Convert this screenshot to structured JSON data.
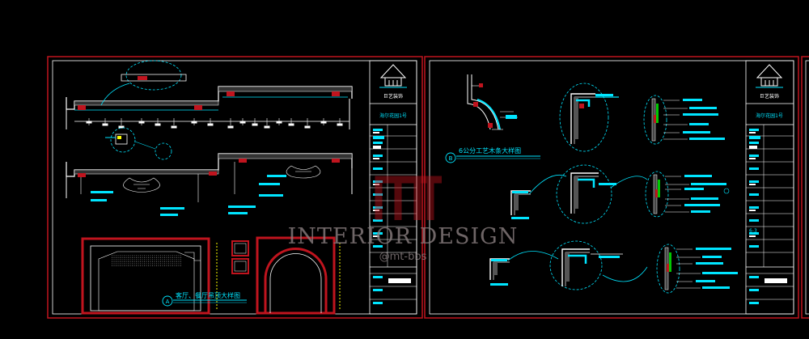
{
  "sheet_left": {
    "caption_marker": "A",
    "caption_text": "客厅、餐厅吊顶大样图",
    "title_block": {
      "firm_name": "巨艺装饰",
      "project_name": "海尔花园1号"
    }
  },
  "sheet_right": {
    "caption_marker": "B",
    "caption_text": "6公分工艺木条大样图",
    "title_block": {
      "firm_name": "巨艺装饰",
      "project_name": "海尔花园1号",
      "sheet_no": "6-3"
    }
  },
  "watermark": {
    "title": "INTERIOR DESIGN",
    "handle": "@mt-bbs"
  },
  "colors": {
    "background": "#000000",
    "frame_red": "#c0141e",
    "cyan": "#00e5ff",
    "white": "#ffffff",
    "green": "#00c800",
    "magenta": "#ff3cff",
    "yellow": "#ffff00",
    "watermark": "#8a7f80"
  }
}
